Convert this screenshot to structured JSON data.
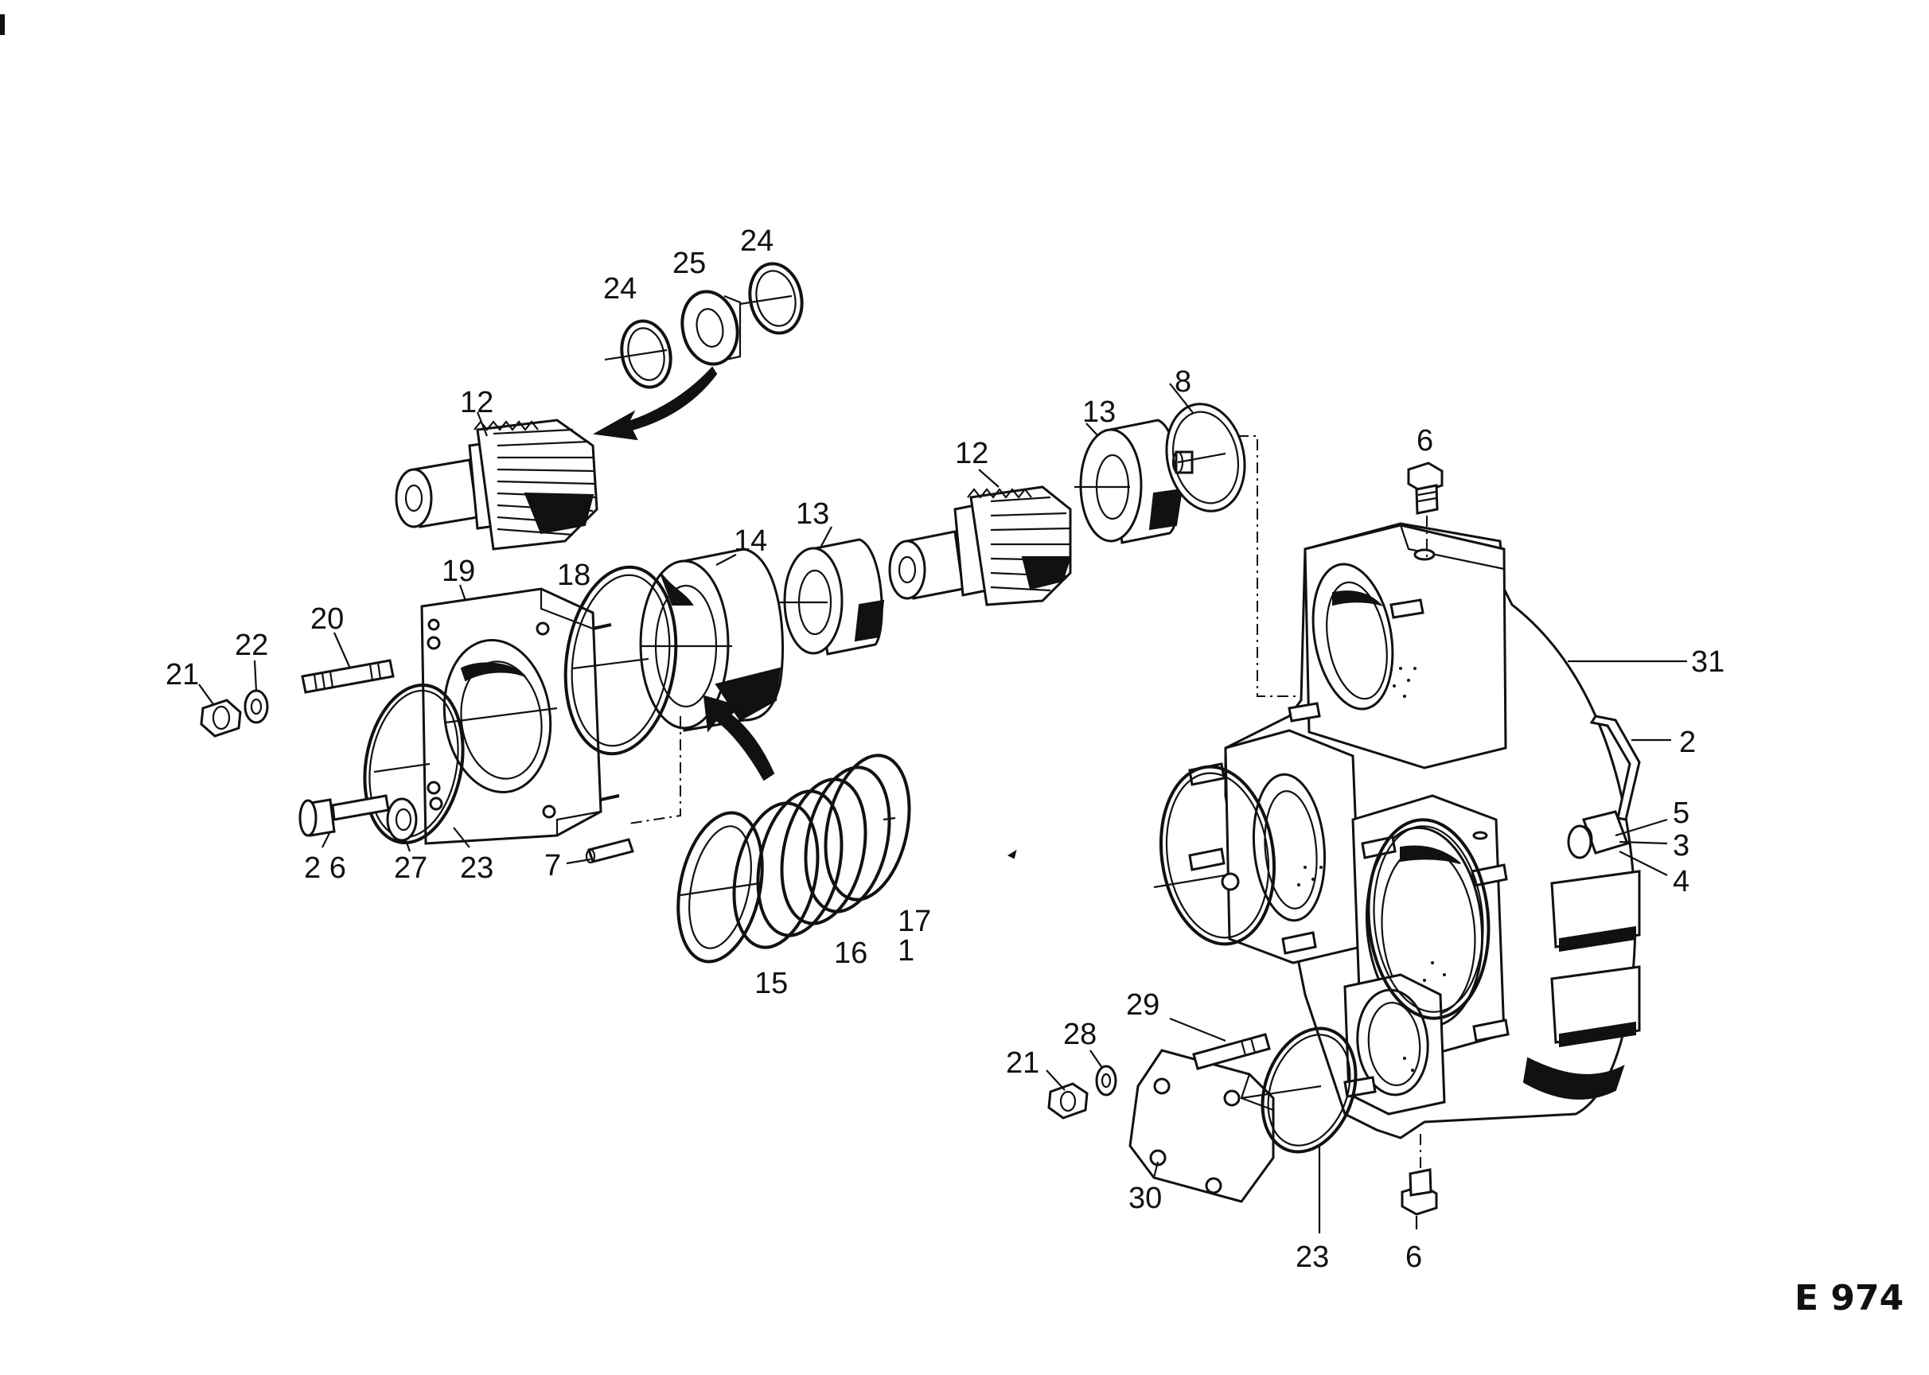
{
  "drawing_ref": "E 974",
  "parts": [
    {
      "id": "p12a",
      "label": "12"
    },
    {
      "id": "p24a",
      "label": "24"
    },
    {
      "id": "p25",
      "label": "25"
    },
    {
      "id": "p24b",
      "label": "24"
    },
    {
      "id": "p19",
      "label": "19"
    },
    {
      "id": "p18",
      "label": "18"
    },
    {
      "id": "p14",
      "label": "14"
    },
    {
      "id": "p13a",
      "label": "13"
    },
    {
      "id": "p12b",
      "label": "12"
    },
    {
      "id": "p13b",
      "label": "13"
    },
    {
      "id": "p8",
      "label": "8"
    },
    {
      "id": "p6a",
      "label": "6"
    },
    {
      "id": "p31",
      "label": "31"
    },
    {
      "id": "p2",
      "label": "2"
    },
    {
      "id": "p5",
      "label": "5"
    },
    {
      "id": "p3",
      "label": "3"
    },
    {
      "id": "p4",
      "label": "4"
    },
    {
      "id": "p20",
      "label": "20"
    },
    {
      "id": "p22",
      "label": "22"
    },
    {
      "id": "p21a",
      "label": "21"
    },
    {
      "id": "p26",
      "label": "2 6"
    },
    {
      "id": "p27",
      "label": "27"
    },
    {
      "id": "p23a",
      "label": "23"
    },
    {
      "id": "p7",
      "label": "7"
    },
    {
      "id": "p17",
      "label": "17"
    },
    {
      "id": "p1",
      "label": "1"
    },
    {
      "id": "p16",
      "label": "16"
    },
    {
      "id": "p15",
      "label": "15"
    },
    {
      "id": "p29",
      "label": "29"
    },
    {
      "id": "p28",
      "label": "28"
    },
    {
      "id": "p21b",
      "label": "21"
    },
    {
      "id": "p30",
      "label": "30"
    },
    {
      "id": "p23b",
      "label": "23"
    },
    {
      "id": "p6b",
      "label": "6"
    }
  ]
}
